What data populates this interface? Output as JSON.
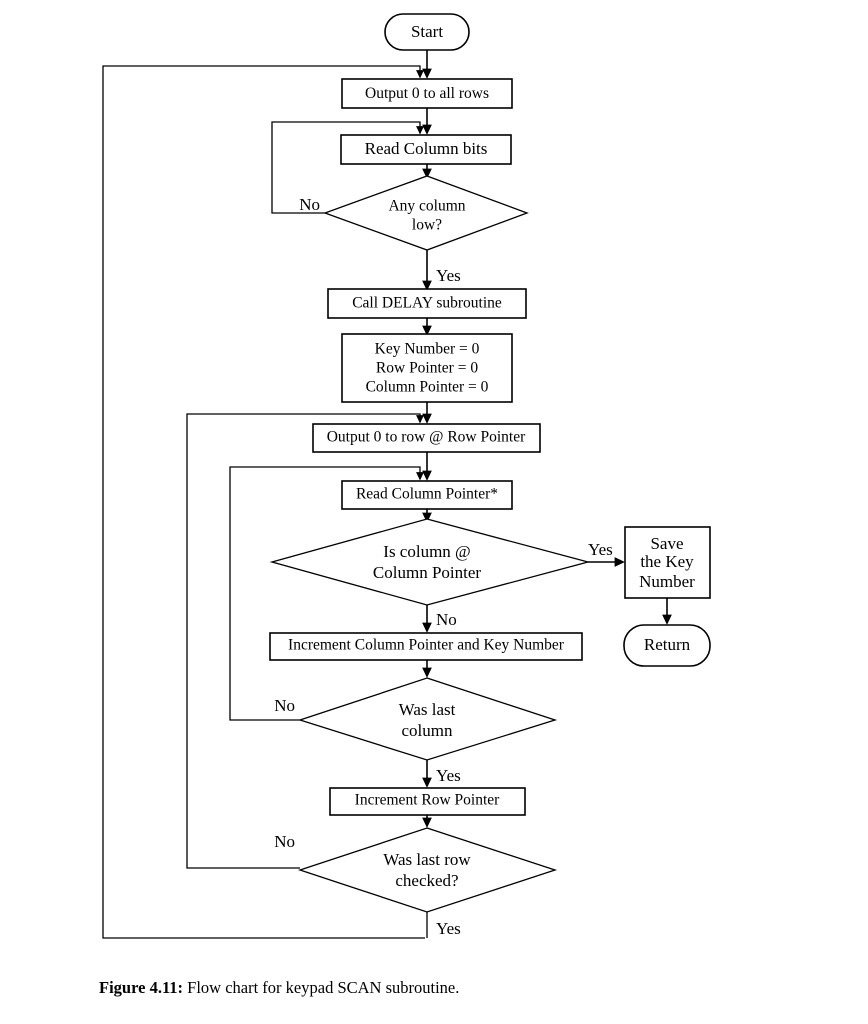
{
  "figure": {
    "caption_label": "Figure 4.11:",
    "caption_text": " Flow chart for keypad SCAN subroutine.",
    "stroke_color": "#000000",
    "fill_color": "#ffffff",
    "background": "#ffffff"
  },
  "chart_data": {
    "type": "diagram",
    "title": "Flow chart for keypad SCAN subroutine",
    "nodes": [
      {
        "id": "start",
        "shape": "terminator",
        "text": "Start"
      },
      {
        "id": "out0rows",
        "shape": "process",
        "text": "Output 0 to all rows"
      },
      {
        "id": "readcol",
        "shape": "process",
        "text": "Read Column bits"
      },
      {
        "id": "anycollow",
        "shape": "decision",
        "text": "Any column low?"
      },
      {
        "id": "calldelay",
        "shape": "process",
        "text": "Call DELAY subroutine"
      },
      {
        "id": "initvars",
        "shape": "process",
        "text": "Key Number = 0 / Row Pointer = 0 / Column Pointer = 0"
      },
      {
        "id": "out0row",
        "shape": "process",
        "text": "Output 0 to row @ Row Pointer"
      },
      {
        "id": "readcolptr",
        "shape": "process",
        "text": "Read Column Pointer*"
      },
      {
        "id": "iscolat",
        "shape": "decision",
        "text": "Is column @ Column Pointer"
      },
      {
        "id": "savekey",
        "shape": "process",
        "text": "Save the Key Number"
      },
      {
        "id": "return",
        "shape": "terminator",
        "text": "Return"
      },
      {
        "id": "incrcolkey",
        "shape": "process",
        "text": "Increment Column Pointer and Key Number"
      },
      {
        "id": "waslastcol",
        "shape": "decision",
        "text": "Was last column"
      },
      {
        "id": "incrrow",
        "shape": "process",
        "text": "Increment Row Pointer"
      },
      {
        "id": "waslastrow",
        "shape": "decision",
        "text": "Was last row checked?"
      }
    ],
    "edges": [
      {
        "from": "start",
        "to": "out0rows",
        "label": ""
      },
      {
        "from": "out0rows",
        "to": "readcol",
        "label": ""
      },
      {
        "from": "readcol",
        "to": "anycollow",
        "label": ""
      },
      {
        "from": "anycollow",
        "to": "readcol",
        "label": "No"
      },
      {
        "from": "anycollow",
        "to": "calldelay",
        "label": "Yes"
      },
      {
        "from": "calldelay",
        "to": "initvars",
        "label": ""
      },
      {
        "from": "initvars",
        "to": "out0row",
        "label": ""
      },
      {
        "from": "out0row",
        "to": "readcolptr",
        "label": ""
      },
      {
        "from": "readcolptr",
        "to": "iscolat",
        "label": ""
      },
      {
        "from": "iscolat",
        "to": "savekey",
        "label": "Yes"
      },
      {
        "from": "savekey",
        "to": "return",
        "label": ""
      },
      {
        "from": "iscolat",
        "to": "incrcolkey",
        "label": "No"
      },
      {
        "from": "incrcolkey",
        "to": "waslastcol",
        "label": ""
      },
      {
        "from": "waslastcol",
        "to": "readcolptr",
        "label": "No"
      },
      {
        "from": "waslastcol",
        "to": "incrrow",
        "label": "Yes"
      },
      {
        "from": "incrrow",
        "to": "waslastrow",
        "label": ""
      },
      {
        "from": "waslastrow",
        "to": "out0row",
        "label": "No"
      },
      {
        "from": "waslastrow",
        "to": "out0rows",
        "label": "Yes"
      }
    ]
  },
  "nodes": {
    "start": {
      "text": "Start"
    },
    "output_all_rows": {
      "text": "Output 0 to all rows"
    },
    "read_column_bits": {
      "text": "Read Column bits"
    },
    "any_column_low": {
      "line1": "Any column",
      "line2": "low?"
    },
    "call_delay": {
      "text": "Call DELAY subroutine"
    },
    "init_vars": {
      "line1": "Key Number = 0",
      "line2": "Row Pointer = 0",
      "line3": "Column Pointer = 0"
    },
    "output_row_at_pointer": {
      "text": "Output 0 to row @ Row Pointer"
    },
    "read_column_pointer": {
      "text": "Read Column Pointer*"
    },
    "is_column_at_pointer": {
      "line1": "Is column @",
      "line2": "Column Pointer"
    },
    "save_key_number": {
      "line1": "Save",
      "line2": "the Key",
      "line3": "Number"
    },
    "return": {
      "text": "Return"
    },
    "increment_column_key": {
      "text": "Increment Column Pointer and Key Number"
    },
    "was_last_column": {
      "line1": "Was last",
      "line2": "column"
    },
    "increment_row_pointer": {
      "text": "Increment Row Pointer"
    },
    "was_last_row": {
      "line1": "Was last row",
      "line2": "checked?"
    }
  },
  "edge_labels": {
    "any_column_low_no": "No",
    "any_column_low_yes": "Yes",
    "is_column_yes": "Yes",
    "is_column_no": "No",
    "was_last_column_no": "No",
    "was_last_column_yes": "Yes",
    "was_last_row_no": "No",
    "was_last_row_yes": "Yes"
  }
}
